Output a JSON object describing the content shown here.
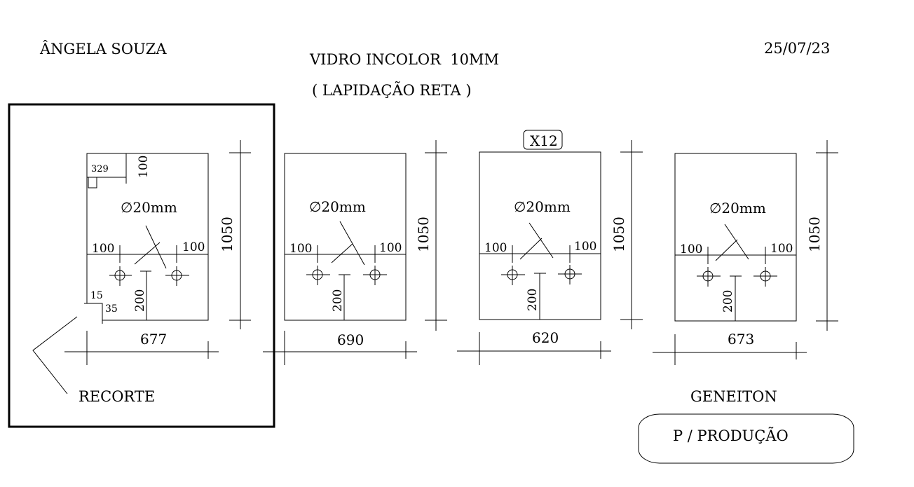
{
  "header": {
    "client": "ÂNGELA SOUZA",
    "title": "VIDRO INCOLOR  10MM",
    "subtitle": "( LAPIDAÇÃO RETA )",
    "date": "25/07/23"
  },
  "panels": [
    {
      "width": "677",
      "height": "1050",
      "hole": "∅20mm",
      "left_offset": "100",
      "right_offset": "100",
      "hole_height": "200",
      "cutout": {
        "corner_w": "329",
        "corner_h": "100",
        "notch_w": "15",
        "notch_h": "35",
        "label": "RECORTE"
      }
    },
    {
      "width": "690",
      "height": "1050",
      "hole": "∅20mm",
      "left_offset": "100",
      "right_offset": "100",
      "hole_height": "200"
    },
    {
      "width": "620",
      "height": "1050",
      "hole": "∅20mm",
      "left_offset": "100",
      "right_offset": "100",
      "hole_height": "200",
      "quantity": "X12"
    },
    {
      "width": "673",
      "height": "1050",
      "hole": "∅20mm",
      "left_offset": "100",
      "right_offset": "100",
      "hole_height": "200"
    }
  ],
  "footer": {
    "author": "GENEITON",
    "stamp": "P / PRODUÇÃO"
  }
}
